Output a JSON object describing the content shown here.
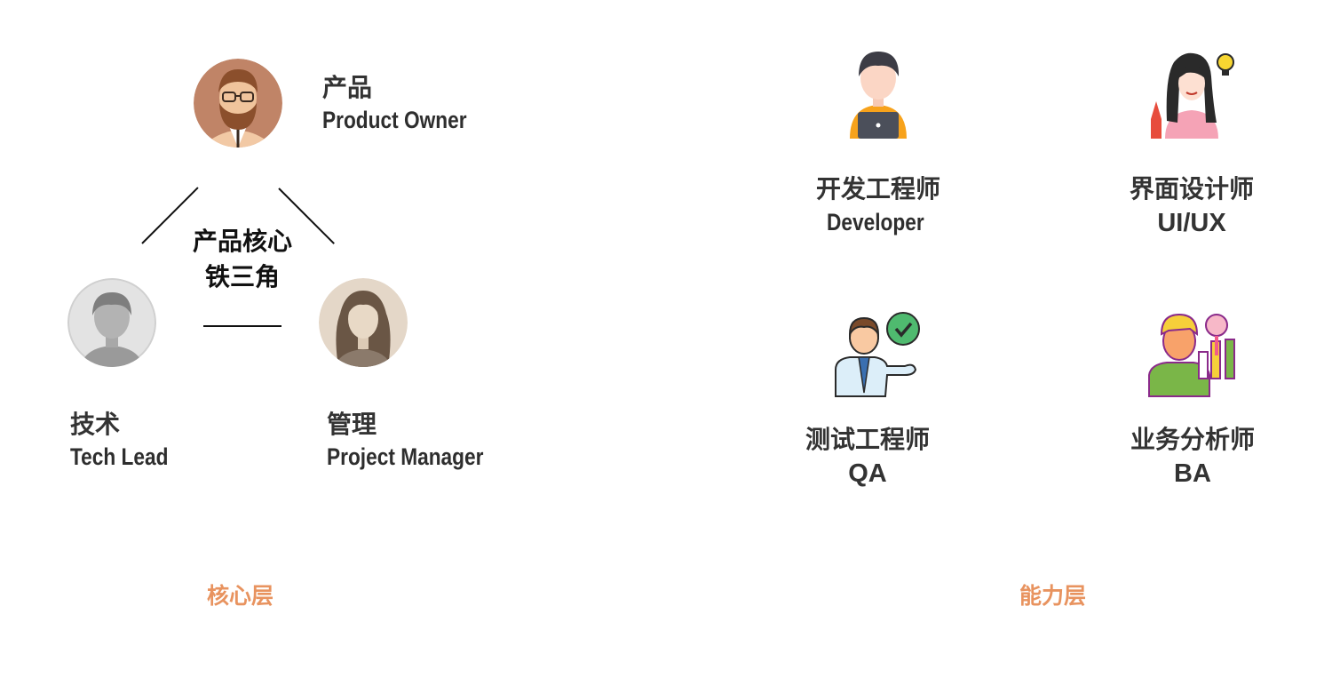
{
  "core": {
    "center_line1": "产品核心",
    "center_line2": "铁三角",
    "product": {
      "cn": "产品",
      "en": "Product Owner"
    },
    "tech": {
      "cn": "技术",
      "en": "Tech Lead"
    },
    "manager": {
      "cn": "管理",
      "en": "Project Manager"
    },
    "layer_label": "核心层"
  },
  "capability": {
    "developer": {
      "cn": "开发工程师",
      "en": "Developer"
    },
    "designer": {
      "cn": "界面设计师",
      "en": "UI/UX"
    },
    "qa": {
      "cn": "测试工程师",
      "en": "QA"
    },
    "ba": {
      "cn": "业务分析师",
      "en": "BA"
    },
    "layer_label": "能力层"
  },
  "colors": {
    "layer_label": "#e8935f",
    "text": "#333333"
  }
}
